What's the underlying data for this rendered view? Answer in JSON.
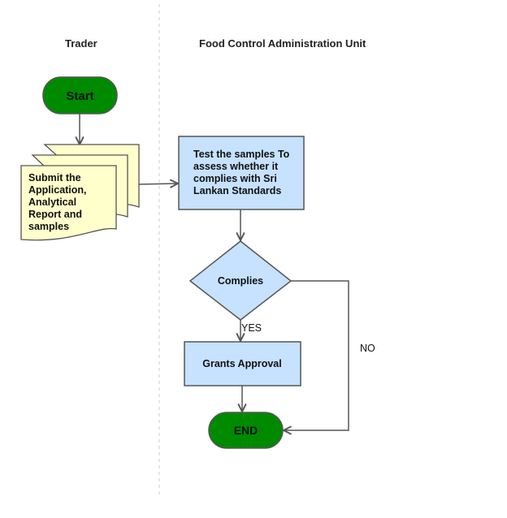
{
  "lanes": {
    "trader": "Trader",
    "unit": "Food Control Administration Unit"
  },
  "nodes": {
    "start": "Start",
    "submit": [
      "Submit the",
      "Application,",
      "Analytical",
      "Report and",
      "samples"
    ],
    "test": [
      "Test the samples To",
      "assess whether it",
      "complies with Sri",
      "Lankan Standards"
    ],
    "decision": "Complies",
    "approval": "Grants Approval",
    "end": "END"
  },
  "edges": {
    "yes": "YES",
    "no": "NO"
  },
  "colors": {
    "terminal_fill": "#008a00",
    "terminal_stroke": "#2d6b2d",
    "document_fill": "#ffffcc",
    "process_fill": "#c6e2ff",
    "stroke": "#555555",
    "divider": "#cccccc"
  }
}
